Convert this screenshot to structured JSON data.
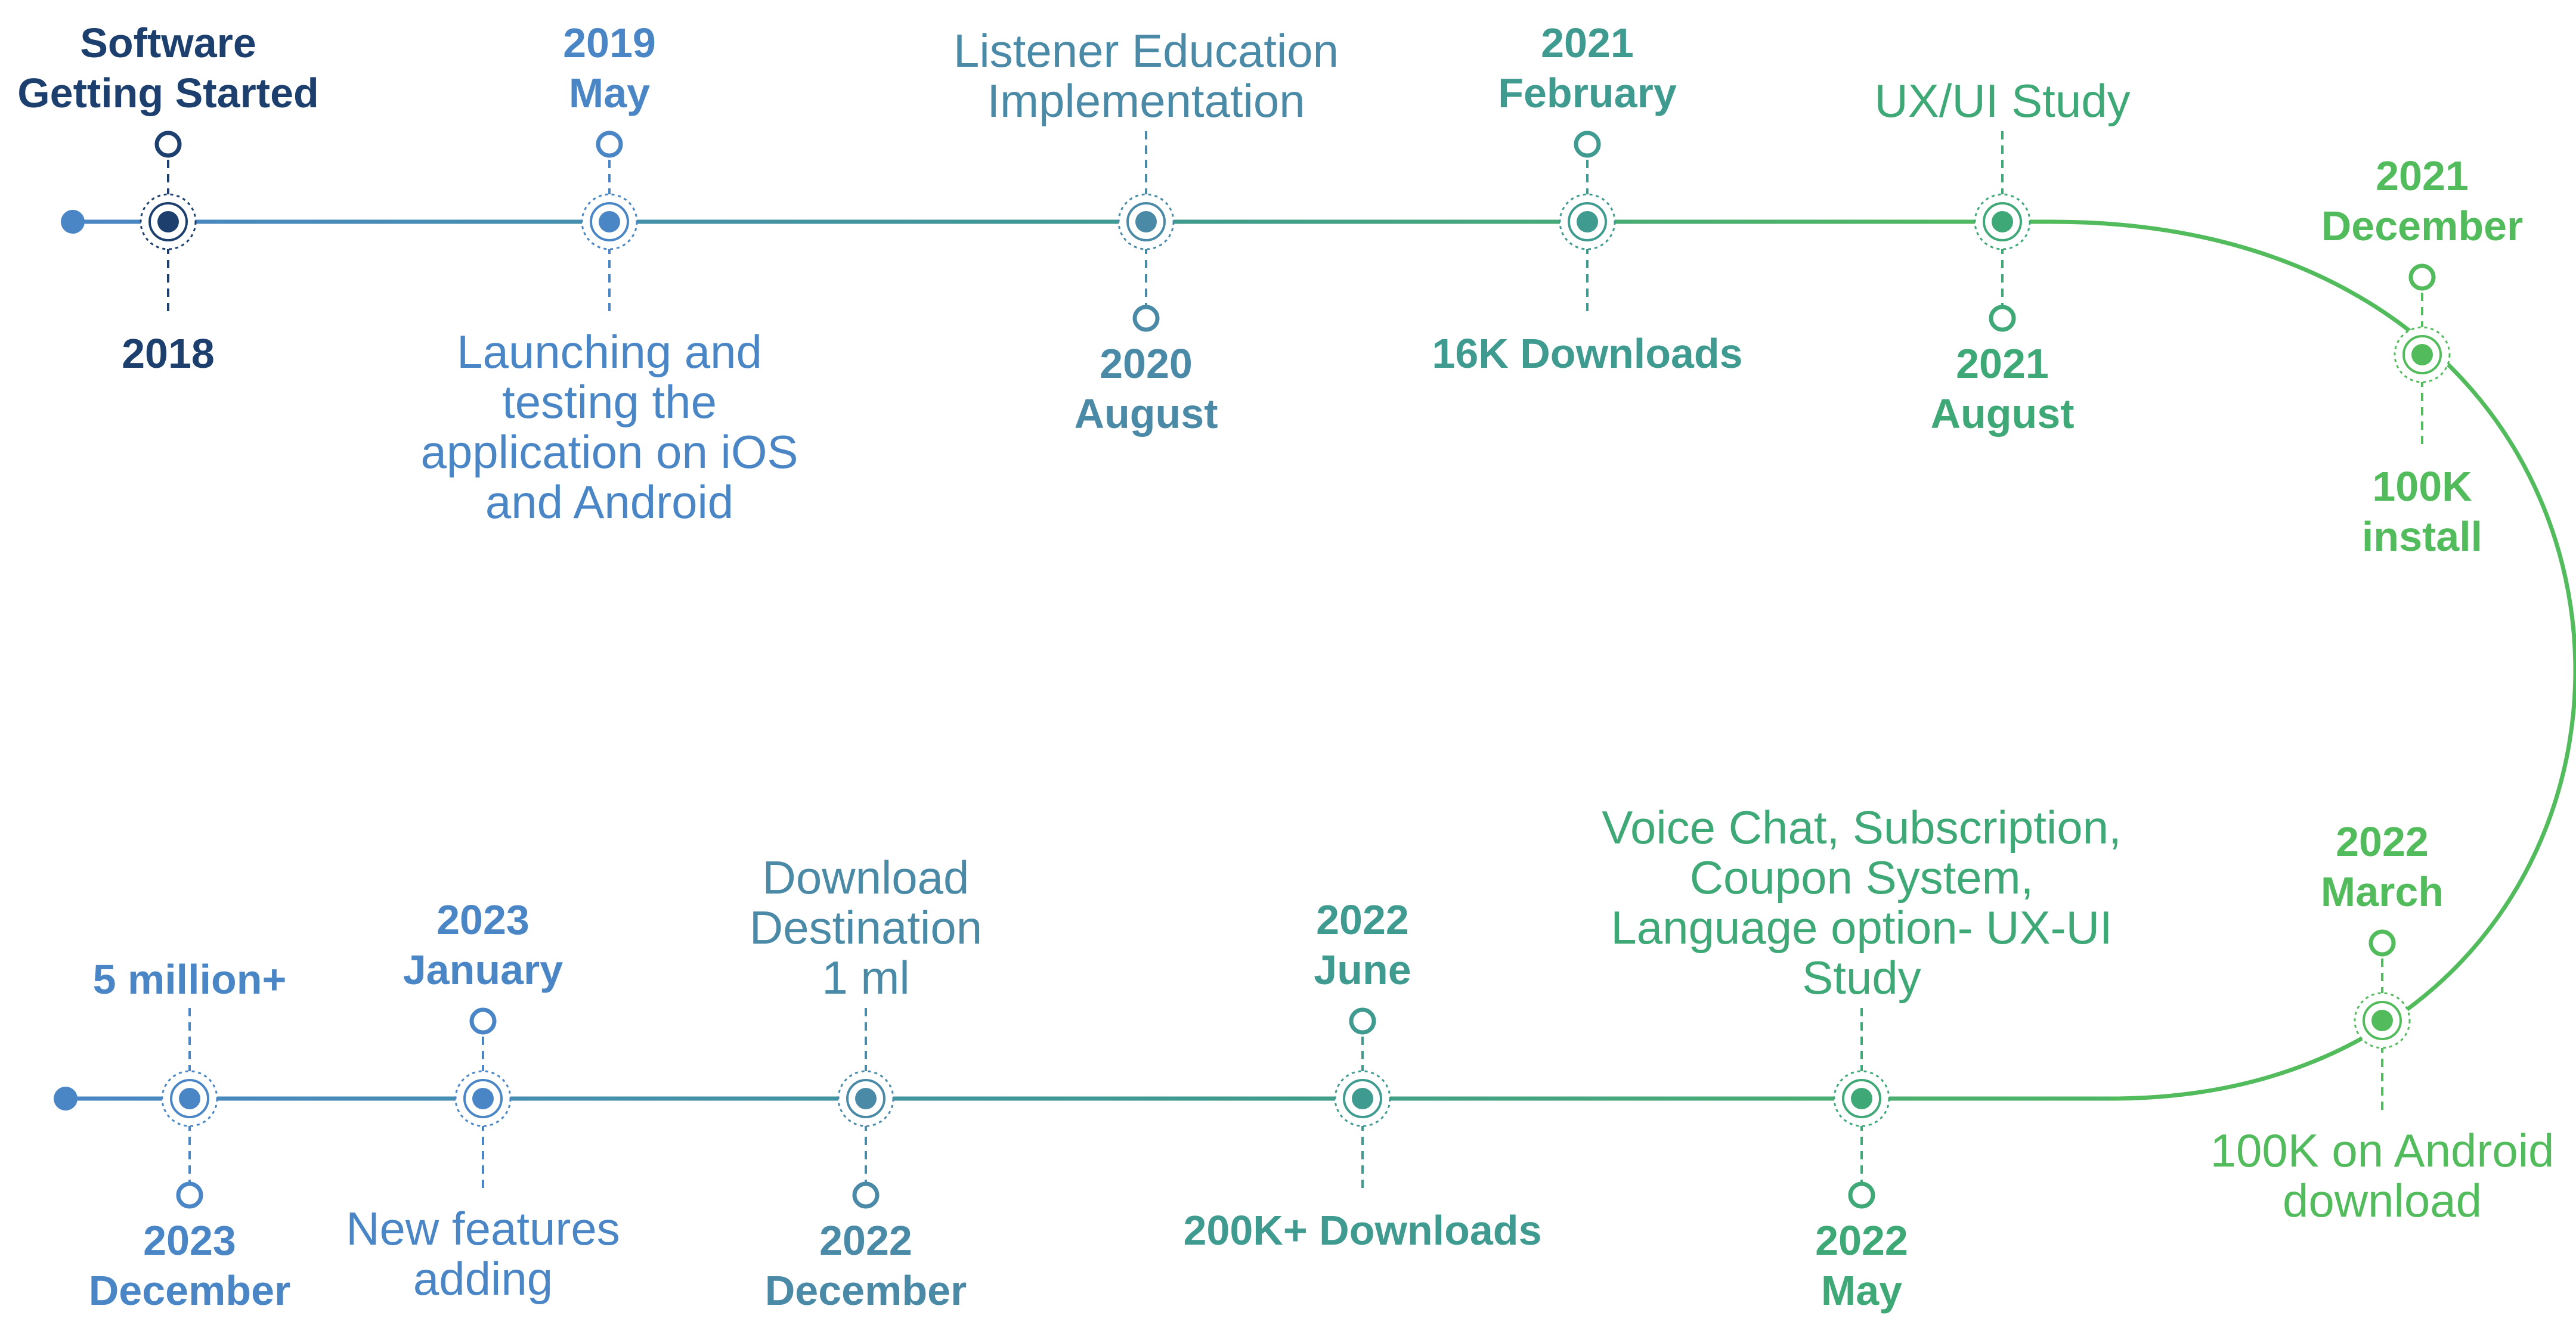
{
  "colors": {
    "navy": "#1c3f6e",
    "blue": "#4a86c5",
    "steel": "#4a8aa6",
    "teal": "#3f9a8f",
    "green_teal": "#3fa877",
    "green": "#52bb5c"
  },
  "top_row": [
    {
      "id": "2018",
      "above": [
        "Software",
        "Getting Started"
      ],
      "above_bold": true,
      "below": [
        "2018"
      ],
      "below_bold": true,
      "color": "navy",
      "marker": "above"
    },
    {
      "id": "2019-may",
      "above": [
        "2019",
        "May"
      ],
      "above_bold": true,
      "below": [
        "Launching and",
        "testing the",
        "application on iOS",
        "and Android"
      ],
      "below_bold": false,
      "color": "blue",
      "marker": "above"
    },
    {
      "id": "2020-august",
      "above": [
        "Listener Education",
        "Implementation"
      ],
      "above_bold": false,
      "below": [
        "2020",
        "August"
      ],
      "below_bold": true,
      "color": "steel",
      "marker": "below"
    },
    {
      "id": "2021-february",
      "above": [
        "2021",
        "February"
      ],
      "above_bold": true,
      "below": [
        "16K Downloads"
      ],
      "below_bold": true,
      "color": "teal",
      "marker": "above"
    },
    {
      "id": "2021-august",
      "above": [
        "UX/UI Study"
      ],
      "above_bold": false,
      "below": [
        "2021",
        "August"
      ],
      "below_bold": true,
      "color": "green_teal",
      "marker": "below"
    },
    {
      "id": "2021-december",
      "above": [
        "2021",
        "December"
      ],
      "above_bold": true,
      "below": [
        "100K",
        "install"
      ],
      "below_bold": true,
      "color": "green",
      "marker": "above"
    }
  ],
  "bottom_row": [
    {
      "id": "2023-december",
      "above": [
        "5 million+"
      ],
      "above_bold": true,
      "below": [
        "2023",
        "December"
      ],
      "below_bold": true,
      "color": "blue",
      "marker": "below"
    },
    {
      "id": "2023-january",
      "above": [
        "2023",
        "January"
      ],
      "above_bold": true,
      "below": [
        "New features",
        "adding"
      ],
      "below_bold": false,
      "color": "blue",
      "marker": "above"
    },
    {
      "id": "2022-december",
      "above": [
        "Download",
        "Destination",
        "1 ml"
      ],
      "above_bold": false,
      "below": [
        "2022",
        "December"
      ],
      "below_bold": true,
      "color": "steel",
      "marker": "below"
    },
    {
      "id": "2022-june",
      "above": [
        "2022",
        "June"
      ],
      "above_bold": true,
      "below": [
        "200K+ Downloads"
      ],
      "below_bold": true,
      "color": "teal",
      "marker": "above"
    },
    {
      "id": "2022-may",
      "above": [
        "Voice Chat, Subscription,",
        "Coupon System,",
        "Language option- UX-UI",
        "Study"
      ],
      "above_bold": false,
      "below": [
        "2022",
        "May"
      ],
      "below_bold": true,
      "color": "green_teal",
      "marker": "below"
    },
    {
      "id": "2022-march",
      "above": [
        "2022",
        "March"
      ],
      "above_bold": true,
      "below": [
        "100K on Android",
        "download"
      ],
      "below_bold": false,
      "color": "green",
      "marker": "above"
    }
  ]
}
